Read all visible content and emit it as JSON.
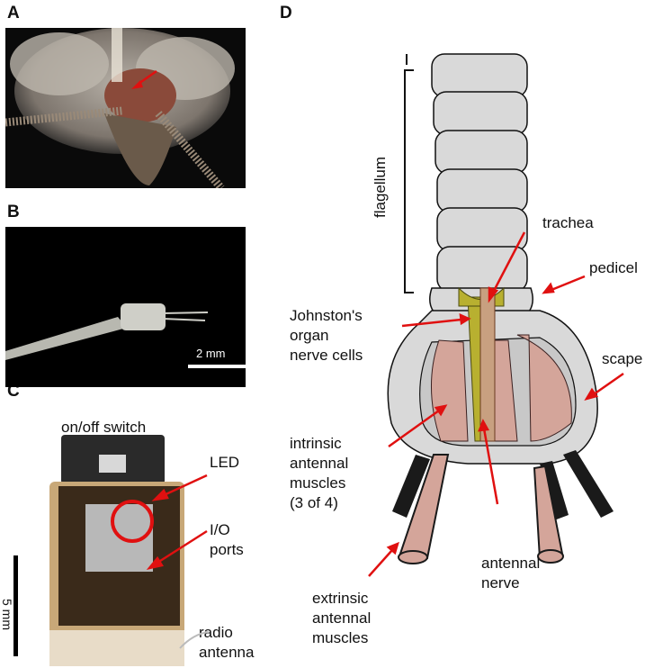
{
  "panels": {
    "a": "A",
    "b": "B",
    "c": "C",
    "d": "D"
  },
  "panel_b": {
    "scale_label": "2 mm"
  },
  "panel_c": {
    "labels": {
      "switch": "on/off switch",
      "led": "LED",
      "io": "I/O\nports",
      "radio": "radio\nantenna",
      "scale": "5 mm"
    }
  },
  "panel_d": {
    "labels": {
      "flagellum": "flagellum",
      "trachea": "trachea",
      "pedicel": "pedicel",
      "johnston": "Johnston's\norgan\nnerve cells",
      "scape": "scape",
      "intrinsic": "intrinsic\nantennal\nmuscles\n(3 of 4)",
      "antennal_nerve": "antennal\nnerve",
      "extrinsic": "extrinsic\nantennal\nmuscles"
    }
  },
  "colors": {
    "arrow": "#e01010",
    "segment_fill": "#d9d9d9",
    "muscle": "#d4a59a",
    "nerve": "#b8b030",
    "dark_tube": "#1a1a1a"
  }
}
